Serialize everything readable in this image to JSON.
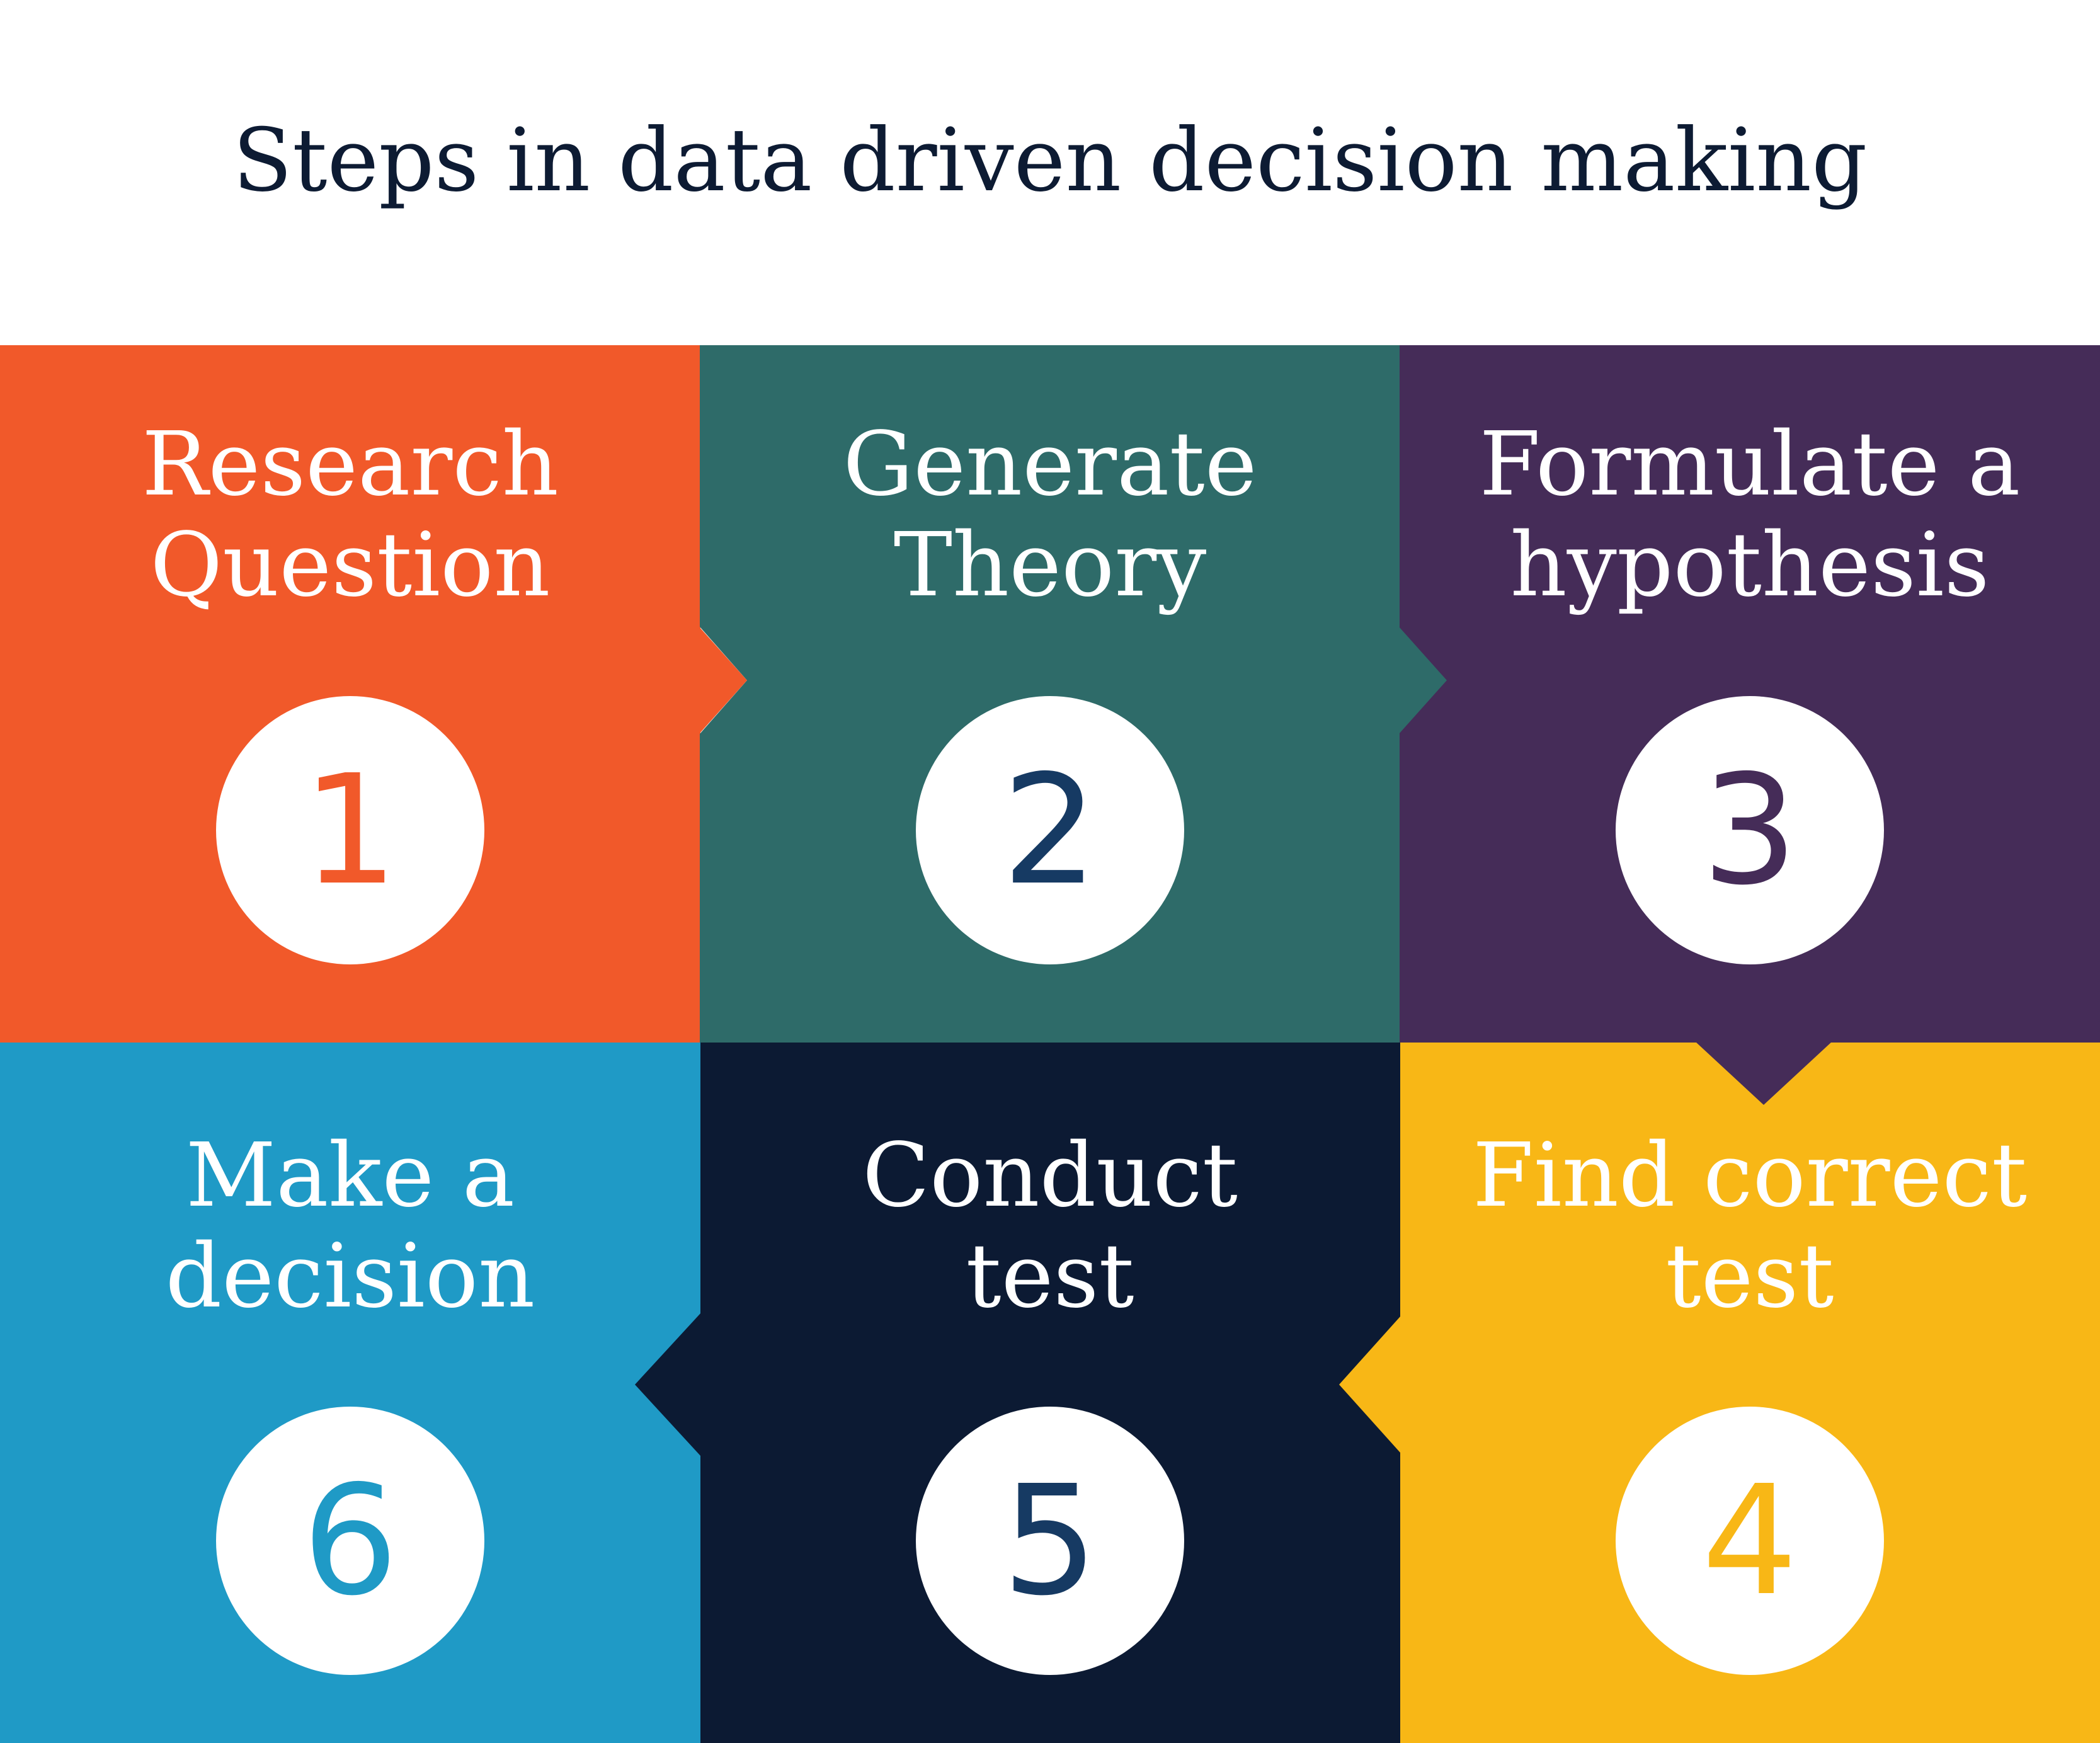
{
  "title": "Steps in data driven decision making",
  "steps": [
    {
      "number": "1",
      "lines": [
        "Research",
        "Question"
      ],
      "color": "#f1592a",
      "number_color": "#f1592a"
    },
    {
      "number": "2",
      "lines": [
        "Generate",
        "Theory"
      ],
      "color": "#2e6b69",
      "number_color": "#163a63"
    },
    {
      "number": "3",
      "lines": [
        "Formulate a",
        "hypothesis"
      ],
      "color": "#452c58",
      "number_color": "#452c58"
    },
    {
      "number": "4",
      "lines": [
        "Find correct",
        "test"
      ],
      "color": "#f8b716",
      "number_color": "#f8b716"
    },
    {
      "number": "5",
      "lines": [
        "Conduct",
        "test"
      ],
      "color": "#0c1a33",
      "number_color": "#163a63"
    },
    {
      "number": "6",
      "lines": [
        "Make a",
        "decision"
      ],
      "color": "#1f9ac6",
      "number_color": "#1f9ac6"
    }
  ],
  "circle_color": "#ffffff",
  "text_color": "#ffffff"
}
